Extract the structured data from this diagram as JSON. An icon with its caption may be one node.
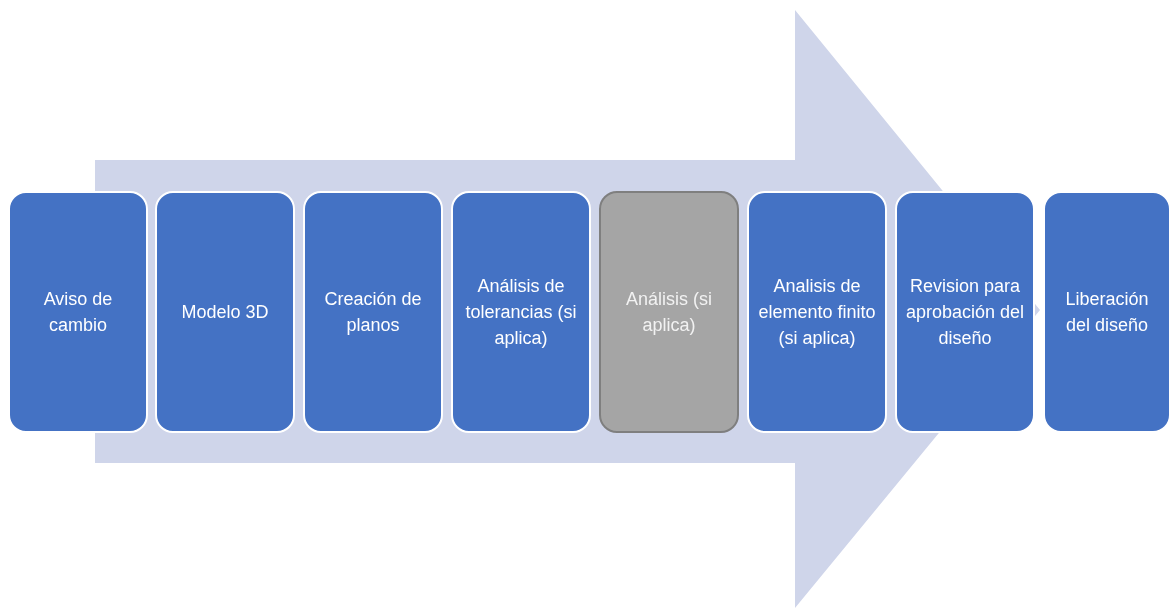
{
  "diagram": {
    "nodes": [
      {
        "text": [
          "Aviso de cambio"
        ]
      },
      {
        "text": [
          "Modelo 3D"
        ]
      },
      {
        "text": [
          "Creación de planos"
        ]
      },
      {
        "text": [
          "Análisis de tolerancias (si aplica)"
        ]
      },
      {
        "text": [
          "Análisis (si aplica)"
        ]
      },
      {
        "text": [
          "Analisis de elemento finito (si aplica)"
        ]
      },
      {
        "text": [
          "Revision para aprobación del diseño"
        ]
      },
      {
        "text": [
          "Liberación del diseño"
        ]
      }
    ],
    "edges": [
      {
        "from": 0,
        "to": 7,
        "arrow": "to"
      }
    ]
  }
}
